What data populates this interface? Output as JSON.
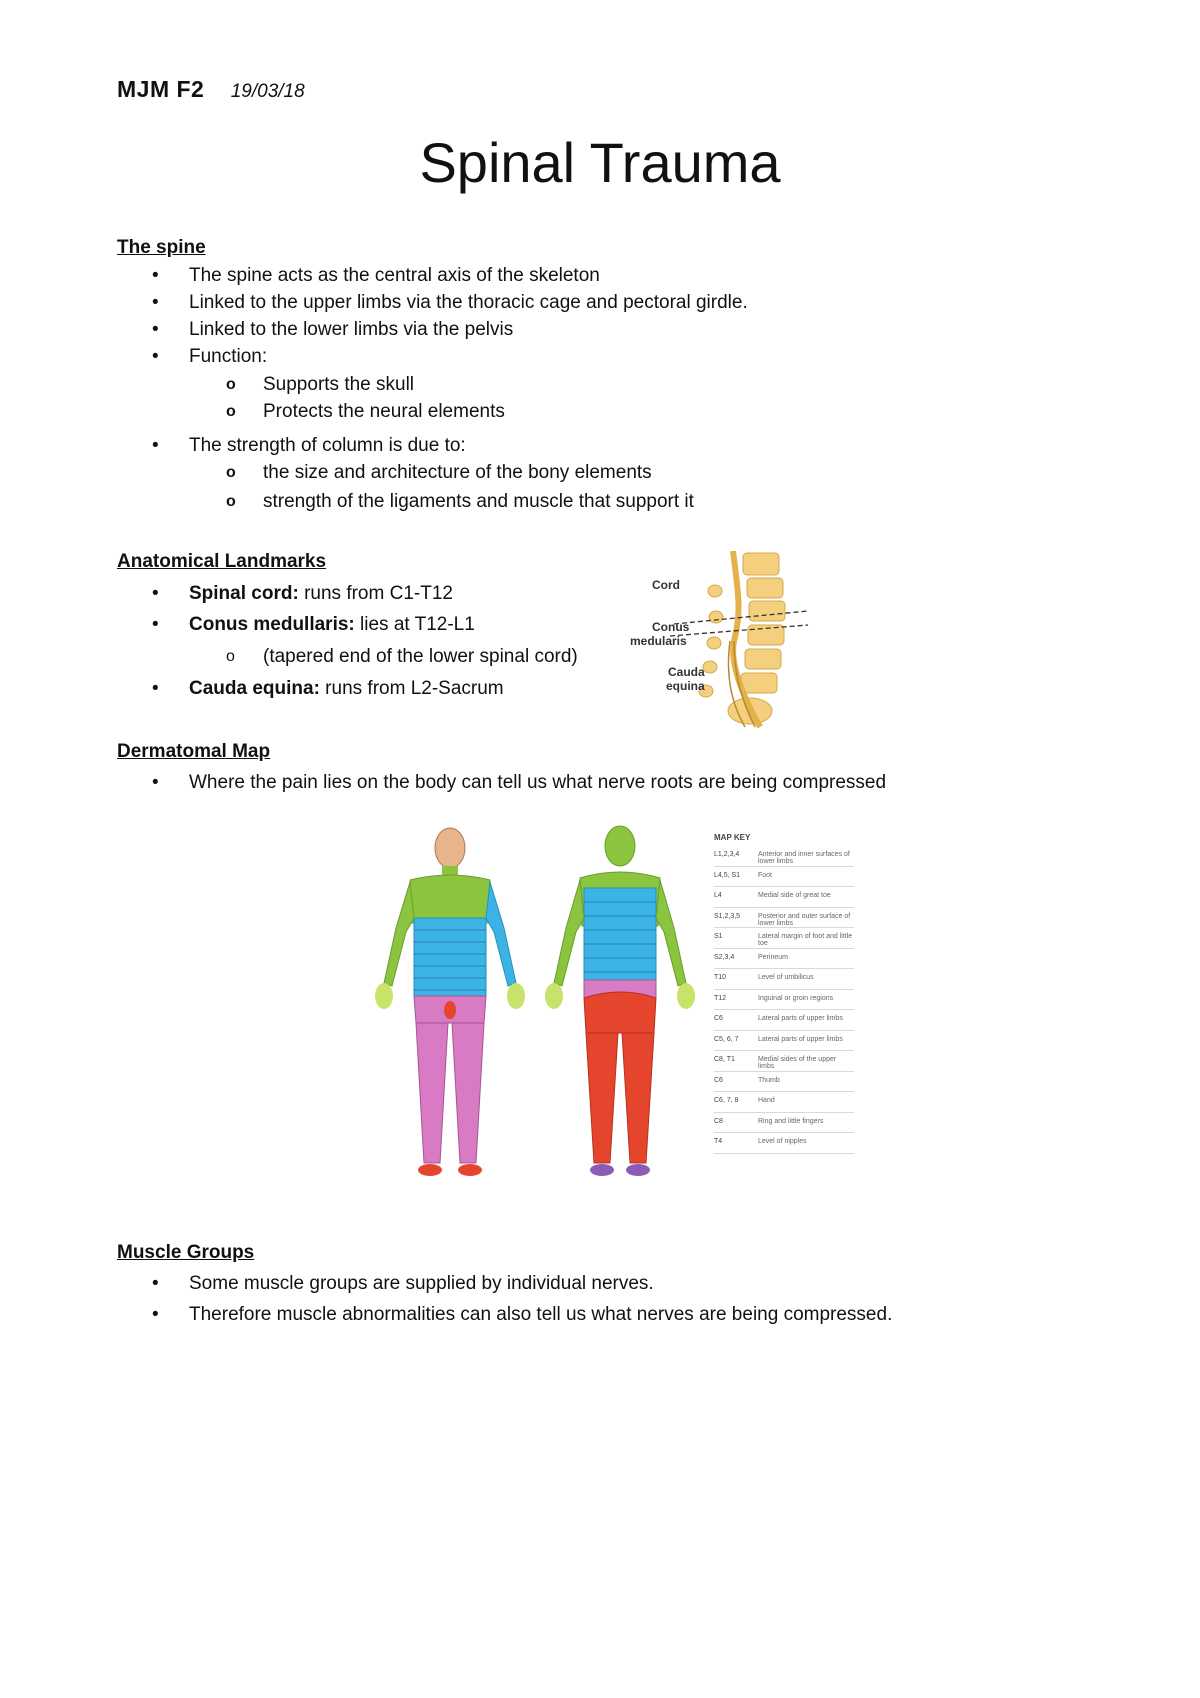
{
  "header": {
    "code": "MJM F2",
    "date": "19/03/18"
  },
  "title": "Spinal Trauma",
  "sections": {
    "spine": {
      "heading": "The spine",
      "b1": "The spine acts as the central axis of the skeleton",
      "b2": "Linked to the upper limbs via the thoracic cage and pectoral girdle.",
      "b3": "Linked to the lower limbs via the pelvis",
      "b4": "Function:",
      "b4_s1": "Supports the skull",
      "b4_s2": "Protects the neural elements",
      "b5": "The strength of column is due to:",
      "b5_s1": "the size and architecture of the bony elements",
      "b5_s2": "strength of the ligaments and muscle that support it"
    },
    "landmarks": {
      "heading": "Anatomical Landmarks",
      "b1_label": "Spinal cord:",
      "b1_text": " runs from C1-T12",
      "b2_label": "Conus medullaris:",
      "b2_text": " lies at T12-L1",
      "b2_s1": "(tapered end of the lower spinal cord)",
      "b3_label": "Cauda equina:",
      "b3_text": " runs from L2-Sacrum"
    },
    "dermatomal": {
      "heading": "Dermatomal Map",
      "b1": "Where the pain lies on the body can tell us what nerve roots are being compressed"
    },
    "muscle": {
      "heading": "Muscle Groups",
      "b1": "Some muscle groups are supplied by individual nerves.",
      "b2": "Therefore muscle abnormalities can also tell us what nerves are being compressed."
    }
  },
  "figures": {
    "spine": {
      "label_cord": "Cord",
      "label_conus": "Conus",
      "label_medularis": "medularis",
      "label_cauda": "Cauda",
      "label_equina": "equina"
    },
    "derm_key": {
      "title": "MAP KEY",
      "rows": [
        {
          "k": "L1,2,3,4",
          "v": "Anterior and inner surfaces of lower limbs"
        },
        {
          "k": "L4,5, S1",
          "v": "Foot"
        },
        {
          "k": "L4",
          "v": "Medial side of great toe"
        },
        {
          "k": "S1,2,3,5",
          "v": "Posterior and outer surface of lower limbs"
        },
        {
          "k": "S1",
          "v": "Lateral margin of foot and little toe"
        },
        {
          "k": "S2,3,4",
          "v": "Perineum"
        },
        {
          "k": "T10",
          "v": "Level of umbilicus"
        },
        {
          "k": "T12",
          "v": "Inguinal or groin regions"
        },
        {
          "k": "C6",
          "v": "Lateral parts of upper limbs"
        },
        {
          "k": "C5, 6, 7",
          "v": "Lateral parts of upper limbs"
        },
        {
          "k": "C8, T1",
          "v": "Medial sides of the upper limbs"
        },
        {
          "k": "C6",
          "v": "Thumb"
        },
        {
          "k": "C6, 7, 8",
          "v": "Hand"
        },
        {
          "k": "C8",
          "v": "Ring and little fingers"
        },
        {
          "k": "T4",
          "v": "Level of nipples"
        }
      ]
    }
  },
  "colors": {
    "text": "#111111",
    "page": "#ffffff",
    "vertebra": "#f3cf7e",
    "cord": "#e4b24a",
    "green": "#8bc53f",
    "cyan": "#3bb3e4",
    "pink": "#d87bc4",
    "red": "#e4452c"
  }
}
